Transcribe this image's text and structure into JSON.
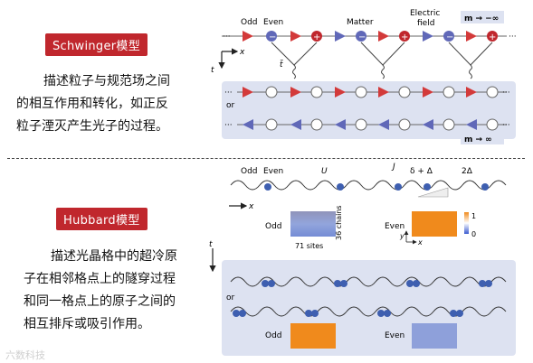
{
  "schwinger": {
    "tag": "Schwinger模型",
    "desc_line1": "描述粒子与规范场之间",
    "desc_line2": "的相互作用和转化，如正反",
    "desc_line3": "粒子湮灭产生光子的过程。",
    "fig": {
      "label_odd": "Odd",
      "label_even": "Even",
      "label_matter": "Matter",
      "label_electric1": "Electric",
      "label_electric2": "field",
      "label_m_top": "m → −∞",
      "label_m_bottom": "m → ∞",
      "label_x": "x",
      "label_t": "t",
      "label_ttilde": "t̃",
      "label_or": "or",
      "dots": "···"
    }
  },
  "hubbard": {
    "tag": "Hubbard模型",
    "desc_line1": "描述光晶格中的超冷原",
    "desc_line2": "子在相邻格点上的隧穿过程",
    "desc_line3": "和同一格点上的原子之间的",
    "desc_line4": "相互排斥或吸引作用。",
    "fig": {
      "label_odd": "Odd",
      "label_even": "Even",
      "label_U": "U",
      "label_J": "J",
      "label_delta": "δ + Δ",
      "label_2delta": "2Δ",
      "label_x": "x",
      "label_y": "y",
      "label_t": "t",
      "label_chains": "36 chains",
      "label_sites": "71 sites",
      "label_odd_panel": "Odd",
      "label_even_panel": "Even",
      "label_scale_1": "1",
      "label_scale_0": "0",
      "label_or": "or",
      "label_odd_bottom": "Odd",
      "label_even_bottom": "Even"
    }
  },
  "watermark": "六数科技",
  "colors": {
    "tag_bg": "#c0272d",
    "red_triangle": "#d33a3a",
    "blue_triangle": "#6068b8",
    "panel_bg": "#dde2f1",
    "atom_blue": "#3e5fb0"
  }
}
